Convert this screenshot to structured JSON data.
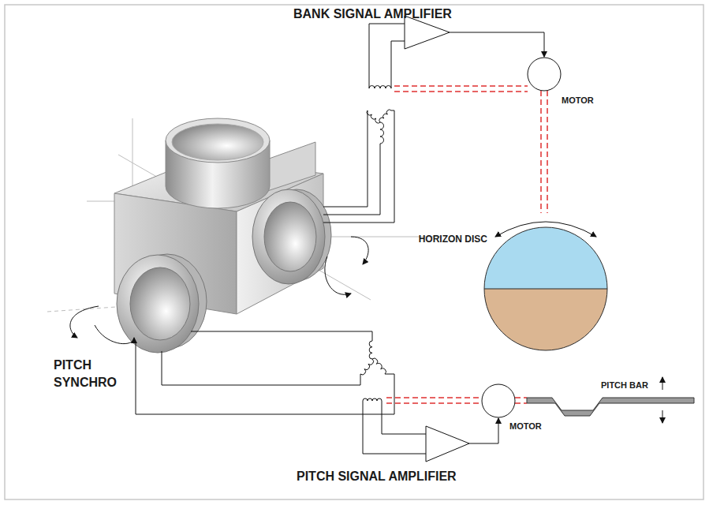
{
  "diagram": {
    "labels": [
      "BANK SIGNAL AMPLIFIER",
      "MOTOR",
      "HORIZON DISC",
      "PITCH SYNCHRO",
      "MOTOR",
      "PITCH BAR",
      "PITCH SIGNAL AMPLIFIER"
    ]
  }
}
